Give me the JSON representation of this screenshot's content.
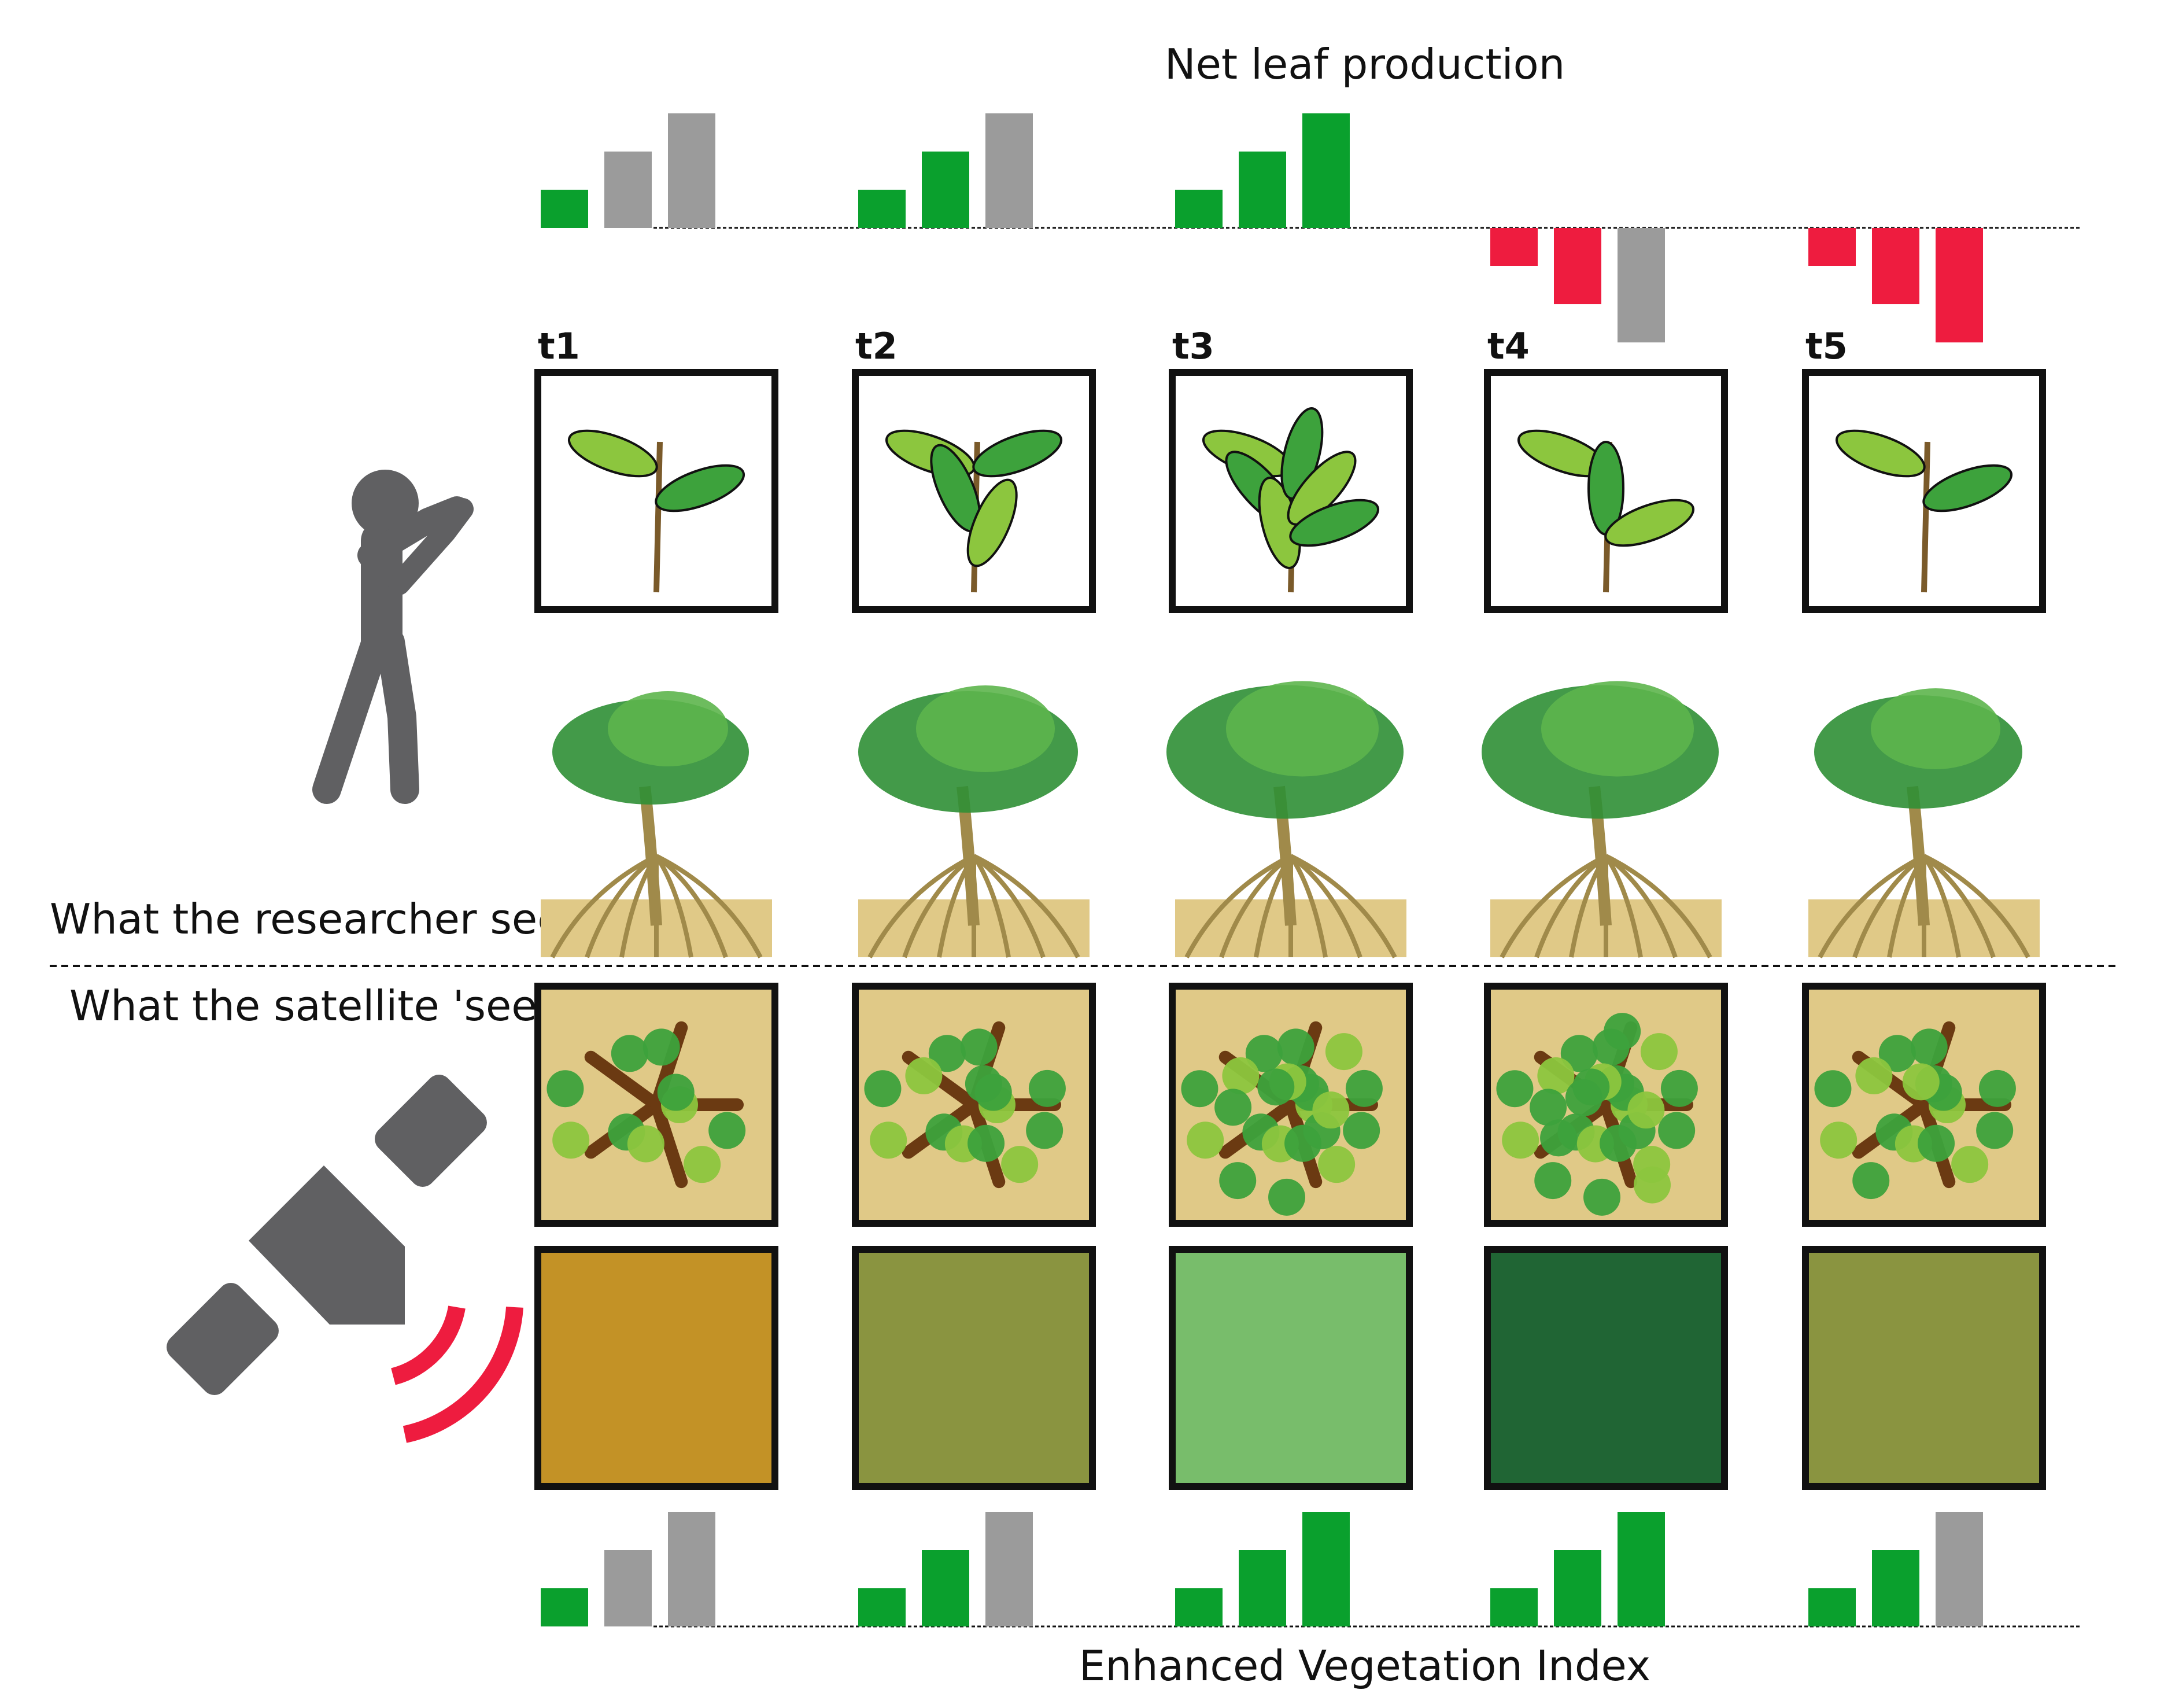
{
  "top_label": "Net leaf production",
  "bottom_label": "Enhanced Vegetation Index",
  "researcher_label": "What the researcher sees",
  "satellite_label": "What the satellite 'sees'",
  "time_labels": [
    "t1",
    "t2",
    "t3",
    "t4",
    "t5"
  ],
  "colors": {
    "positive": "#0aa02d",
    "negative": "#ee1c3f",
    "neutral": "#9b9b9b",
    "frame": "#111111",
    "person": "#606062",
    "satellite": "#606062",
    "signal": "#ee1c3f",
    "soil": "#e0c987",
    "trunk": "#a08a4a",
    "canopy": "#2f8f35",
    "branch": "#6b3a12"
  },
  "evi_swatches": [
    "#c39226",
    "#8a9440",
    "#78bd6b",
    "#206534",
    "#8a9440"
  ],
  "icons": {
    "researcher": "person-with-binoculars-icon",
    "satellite": "satellite-icon",
    "signal": "signal-waves-icon"
  },
  "chart_data": [
    {
      "type": "bar",
      "title": "Net leaf production",
      "categories": [
        "t1",
        "t2",
        "t3",
        "t4",
        "t5"
      ],
      "groups": [
        [
          {
            "value": 1,
            "color": "green"
          },
          {
            "value": 2,
            "color": "gray"
          },
          {
            "value": 3,
            "color": "gray"
          }
        ],
        [
          {
            "value": 1,
            "color": "green"
          },
          {
            "value": 2,
            "color": "green"
          },
          {
            "value": 3,
            "color": "gray"
          }
        ],
        [
          {
            "value": 1,
            "color": "green"
          },
          {
            "value": 2,
            "color": "green"
          },
          {
            "value": 3,
            "color": "green"
          }
        ],
        [
          {
            "value": -1,
            "color": "red"
          },
          {
            "value": -2,
            "color": "red"
          },
          {
            "value": -3,
            "color": "gray"
          }
        ],
        [
          {
            "value": -1,
            "color": "red"
          },
          {
            "value": -2,
            "color": "red"
          },
          {
            "value": -3,
            "color": "red"
          }
        ]
      ],
      "ylim": [
        -3,
        3
      ]
    },
    {
      "type": "bar",
      "title": "Enhanced Vegetation Index",
      "categories": [
        "t1",
        "t2",
        "t3",
        "t4",
        "t5"
      ],
      "groups": [
        [
          {
            "value": 1,
            "color": "green"
          },
          {
            "value": 2,
            "color": "gray"
          },
          {
            "value": 3,
            "color": "gray"
          }
        ],
        [
          {
            "value": 1,
            "color": "green"
          },
          {
            "value": 2,
            "color": "green"
          },
          {
            "value": 3,
            "color": "gray"
          }
        ],
        [
          {
            "value": 1,
            "color": "green"
          },
          {
            "value": 2,
            "color": "green"
          },
          {
            "value": 3,
            "color": "green"
          }
        ],
        [
          {
            "value": 1,
            "color": "green"
          },
          {
            "value": 2,
            "color": "green"
          },
          {
            "value": 3,
            "color": "green"
          }
        ],
        [
          {
            "value": 1,
            "color": "green"
          },
          {
            "value": 2,
            "color": "green"
          },
          {
            "value": 3,
            "color": "gray"
          }
        ]
      ],
      "ylim": [
        0,
        3
      ]
    }
  ]
}
